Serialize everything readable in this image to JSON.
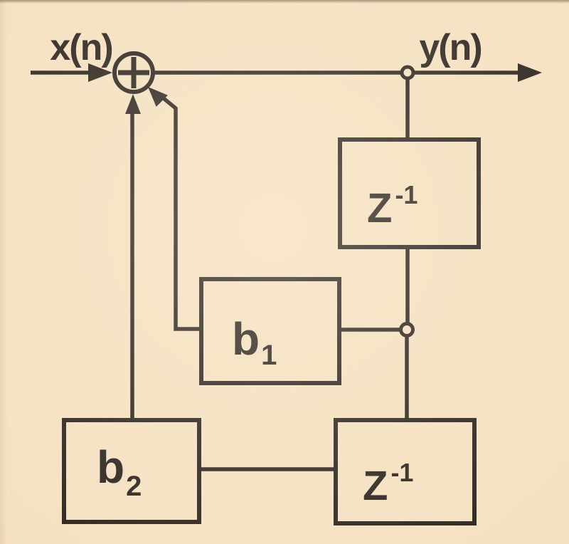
{
  "colors": {
    "paper": "#f5e1c2",
    "ink": "#2f2822"
  },
  "labels": {
    "input": "x(n)",
    "output": "y(n)"
  },
  "blocks": {
    "delay_top": {
      "base": "Z",
      "exp": "-1"
    },
    "delay_bottom": {
      "base": "Z",
      "exp": "-1"
    },
    "coeff_b1": {
      "base": "b",
      "sub": "1"
    },
    "coeff_b2": {
      "base": "b",
      "sub": "2"
    }
  },
  "icons": {
    "summing_junction": "plus-icon",
    "branch_point": "open-dot-icon",
    "signal_flow": "arrowhead-icon"
  }
}
